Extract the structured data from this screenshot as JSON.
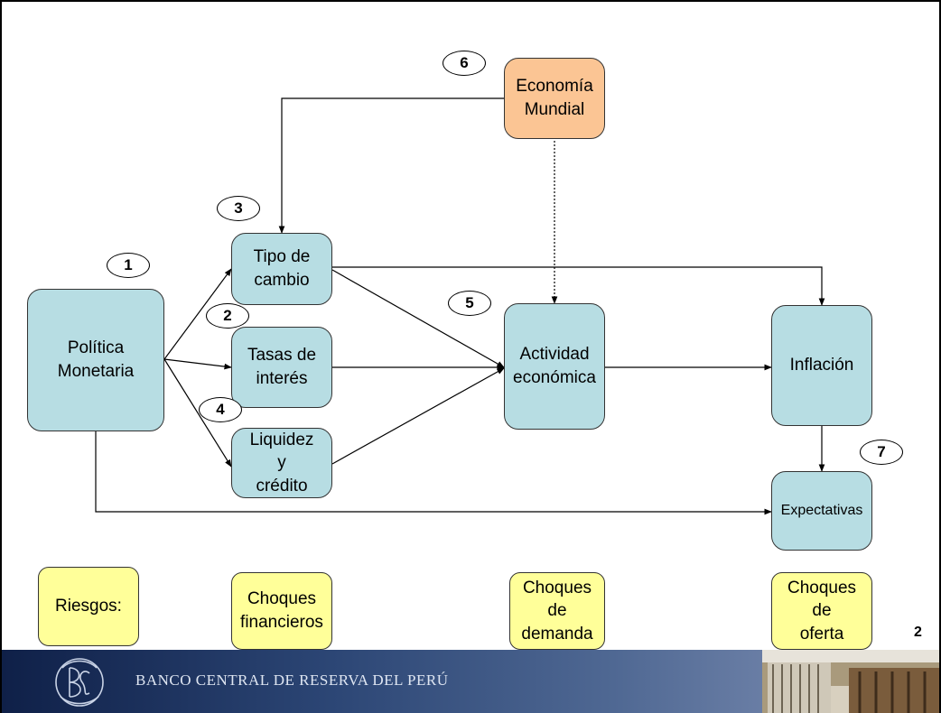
{
  "nodes": {
    "economia_mundial": "Economía\nMundial",
    "tipo_cambio": "Tipo de\ncambio",
    "tasas_interes": "Tasas de\ninterés",
    "liquidez_credito": "Liquidez\ny\ncrédito",
    "politica_monetaria": "Política\nMonetaria",
    "actividad_economica": "Actividad\neconómica",
    "inflacion": "Inflación",
    "expectativas": "Expectativas"
  },
  "badges": [
    "1",
    "2",
    "3",
    "4",
    "5",
    "6",
    "7"
  ],
  "risks": {
    "label": "Riesgos:",
    "financieros": "Choques\nfinancieros",
    "demanda": "Choques\nde\ndemanda",
    "oferta": "Choques\nde\noferta"
  },
  "page_number": "2",
  "footer": {
    "bank_name": "BANCO CENTRAL DE RESERVA DEL PERÚ",
    "logo_icon": "bcrp-monogram-icon",
    "photo_icon": "building-photo-icon"
  },
  "colors": {
    "node_blue": "#b7dde3",
    "node_orange": "#fbc594",
    "risk_yellow": "#ffff99",
    "banner_navy": "#1c325e"
  }
}
